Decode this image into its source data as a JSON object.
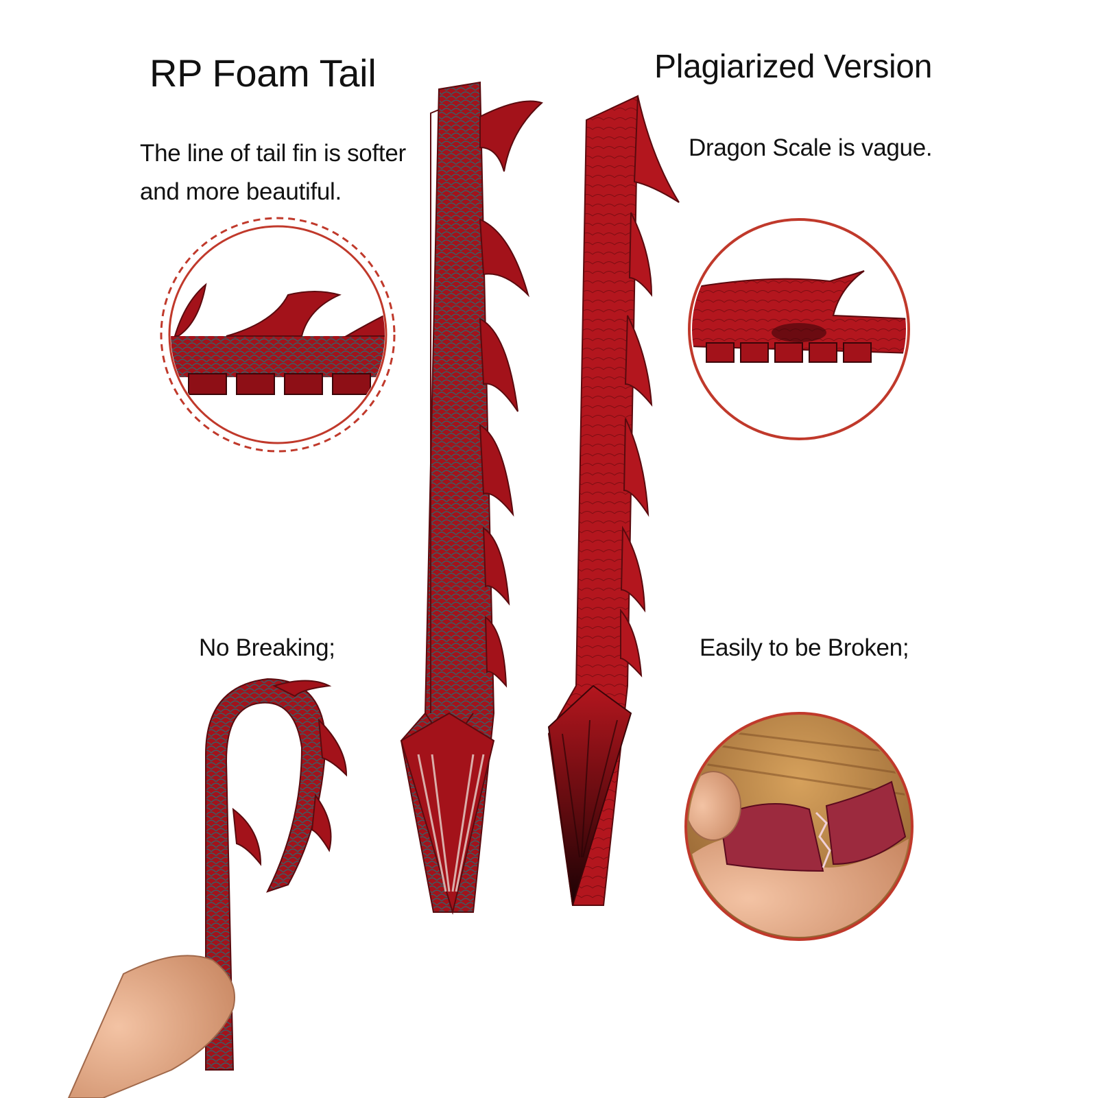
{
  "left_product": {
    "title": "RP Foam Tail",
    "description_line1": "The line of tail fin is softer",
    "description_line2": "and more beautiful.",
    "caption": "No Breaking;"
  },
  "right_product": {
    "title": "Plagiarized Version",
    "description": "Dragon Scale is vague.",
    "caption": "Easily to be Broken;"
  },
  "colors": {
    "tail_red": "#a3121a",
    "tail_dark": "#4a0a0e",
    "circle_border": "#c0392b",
    "background": "#ffffff"
  }
}
